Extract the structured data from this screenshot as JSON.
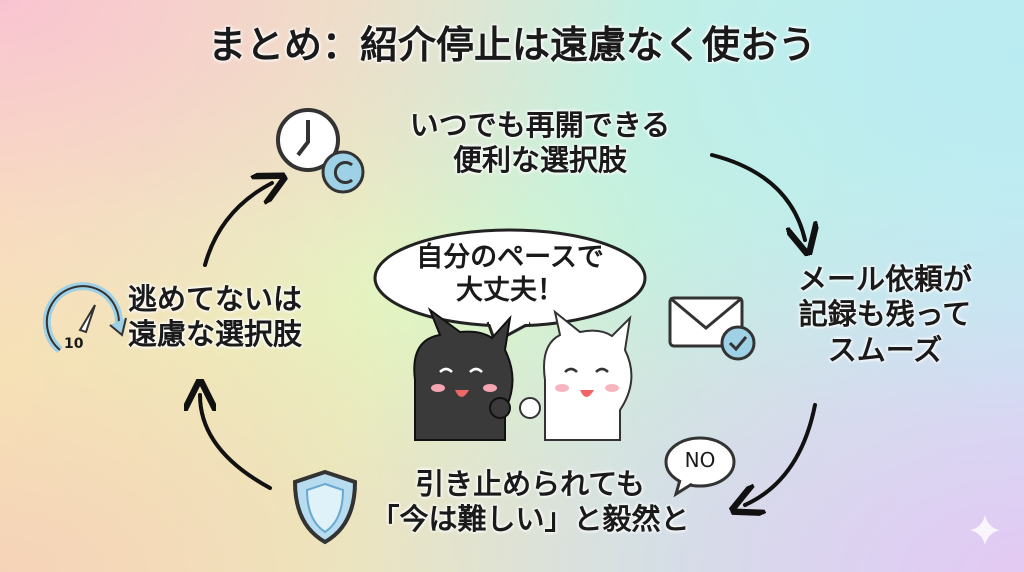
{
  "title": "まとめ：紹介停止は遠慮なく使おう",
  "steps": {
    "top": {
      "line1": "いつでも再開できる",
      "line2": "便利な選択肢",
      "icon": "clock-refresh-icon"
    },
    "right": {
      "line1": "メール依頼が",
      "line2": "記録も残って",
      "line3": "スムーズ",
      "icon": "envelope-check-icon"
    },
    "bottom": {
      "line1": "引き止められても",
      "line2": "「今は難しい」と毅然と",
      "badge": "NO",
      "icon": "shield-icon"
    },
    "left": {
      "line1": "逃めてないは",
      "line2": "遠慮な選択肢",
      "gauge_label": "10",
      "icon": "gauge-icon"
    }
  },
  "center": {
    "speech_line1": "自分のペースで",
    "speech_line2": "大丈夫！"
  },
  "colors": {
    "arrow": "#111111",
    "icon_blue": "#8fc3e3",
    "cat_black": "#3a3a3a",
    "cat_white": "#ffffff"
  }
}
